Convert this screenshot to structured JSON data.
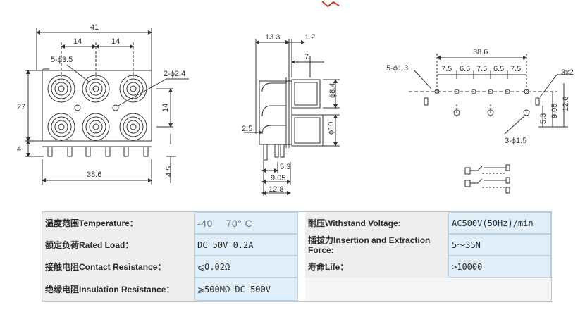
{
  "front_view": {
    "dims": {
      "overall_width": "41",
      "pitch_left": "14",
      "pitch_right": "14",
      "holes": "5-ϕ3.5",
      "mount_holes": "2-ϕ2.4",
      "height": "27",
      "row_pitch": "14",
      "pin_len": "4",
      "base_width": "38.6",
      "pin_height": "4.5"
    }
  },
  "side_view": {
    "dims": {
      "depth": "13.3",
      "plate": "1.2",
      "offset": "7",
      "dia_top": "ϕ8.4",
      "dia_bottom": "ϕ10",
      "lead": "2.5",
      "d1": "5.3",
      "d2": "9.05",
      "d3": "12.8"
    }
  },
  "footprint_view": {
    "dims": {
      "total": "38.6",
      "spacings": [
        "7.5",
        "6.5",
        "7.5",
        "6.5",
        "7.5"
      ],
      "pads": "5-ϕ1.3",
      "slots": "3x2",
      "mount": "3-ϕ1.5",
      "v1": "5.3",
      "v2": "9.05",
      "v3": "12.8"
    }
  },
  "specs": {
    "temperature_label": "温度范围Temperature：",
    "temperature_value": "-40　 70° C",
    "load_label": "额定负荷Rated Load：",
    "load_value": "DC 50V 0.2A",
    "contact_label": "接触电阻Contact Resistance：",
    "contact_value": "⩽0.02Ω",
    "insulation_label": "绝缘电阻Insulation Resistance：",
    "insulation_value": "⩾500MΩ DC 500V",
    "withstand_label": "耐压Withstand Voltage:",
    "withstand_value": "AC500V(50Hz)/min",
    "insertion_label": "插拔力Insertion and Extraction Force:",
    "insertion_value": "5～35N",
    "life_label": "寿命Life：",
    "life_value": ">10000"
  }
}
